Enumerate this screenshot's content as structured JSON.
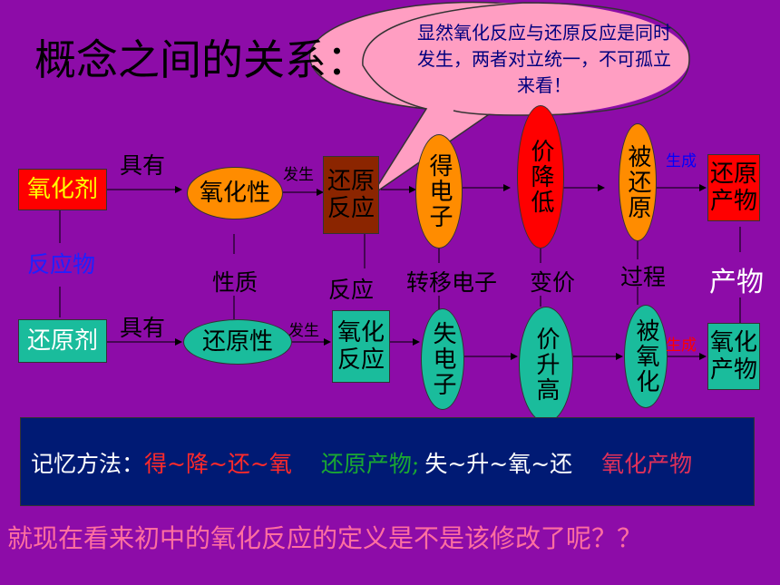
{
  "title": "概念之间的关系：",
  "bubble": {
    "text": "显然氧化反应与还原反应是同时发生，两者对立统一，不可孤立来看！"
  },
  "top_row": {
    "oxidant": "氧化剂",
    "has_label": "具有",
    "property": "氧化性",
    "occur_label": "发生",
    "reaction": "还原反应",
    "electron": "得电子",
    "valence": "价降低",
    "process": "被还原",
    "generate_label": "生成",
    "product": "还原产物"
  },
  "bottom_row": {
    "reductant": "还原剂",
    "has_label": "具有",
    "property": "还原性",
    "occur_label": "发生",
    "reaction": "氧化反应",
    "electron": "失电子",
    "valence": "价升高",
    "process": "被氧化",
    "generate_label": "生成",
    "product": "氧化产物"
  },
  "middle_labels": {
    "reactant": "反应物",
    "nature": "性质",
    "reaction": "反应",
    "transfer": "转移电子",
    "valence_change": "变价",
    "process": "过程",
    "product": "产物"
  },
  "memory": {
    "label": "记忆方法：",
    "part1": "得~降~还~氧",
    "part2": "还原产物",
    "sep": ";",
    "part3": "失~升~氧~还",
    "part4": "氧化产物"
  },
  "question": "就现在看来初中的氧化反应的定义是不是该修改了呢？？",
  "colors": {
    "background": "#8d0ca8",
    "red": "#ff0000",
    "orange": "#ff8c00",
    "brown": "#8b2500",
    "teal": "#1abc9c",
    "bubble": "#ff9ec2",
    "memo_bg": "#001a74"
  }
}
